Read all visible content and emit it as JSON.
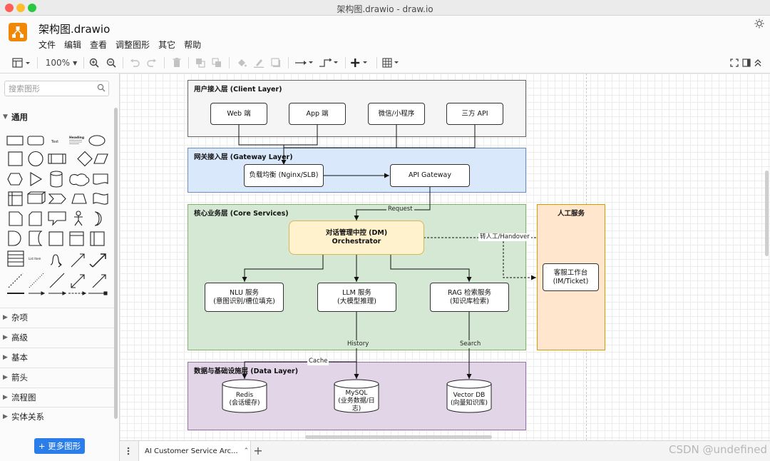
{
  "window": {
    "title": "架构图.drawio - draw.io"
  },
  "app": {
    "file_title": "架构图.drawio",
    "menu": [
      "文件",
      "编辑",
      "查看",
      "调整图形",
      "其它",
      "帮助"
    ]
  },
  "toolbar": {
    "zoom": "100%"
  },
  "sidebar": {
    "search_placeholder": "搜索图形",
    "expanded_section": "通用",
    "palette_text": {
      "text": "Text",
      "heading": "Heading",
      "list": "List Item"
    },
    "sections": [
      "杂项",
      "高级",
      "基本",
      "箭头",
      "流程图",
      "实体关系"
    ],
    "more_shapes_label": "+ 更多图形"
  },
  "diagram": {
    "layers": {
      "client": "用户接入层 (Client Layer)",
      "gateway": "网关接入层 (Gateway Layer)",
      "core": "核心业务层 (Core Services)",
      "human": "人工服务",
      "data": "数据与基础设施层 (Data Layer)"
    },
    "nodes": {
      "web": "Web 端",
      "app": "App 端",
      "wechat": "微信/小程序",
      "third_api": "三方 API",
      "lb": "负载均衡 (Nginx/SLB)",
      "gateway": "API Gateway",
      "dm": "对话管理中控 (DM)\nOrchestrator",
      "nlu": "NLU 服务\n(意图识别/槽位填充)",
      "llm": "LLM 服务\n(大模型推理)",
      "rag": "RAG 检索服务\n(知识库检索)",
      "agent": "客服工作台\n(IM/Ticket)",
      "redis": "Redis\n(会话缓存)",
      "mysql": "MySQL\n(业务数据/日\n志)",
      "vectordb": "Vector DB\n(向量知识库)"
    },
    "edge_labels": {
      "request": "Request",
      "handover": "转人工/Handover",
      "history": "History",
      "search": "Search",
      "cache": "Cache"
    },
    "colors": {
      "client_fill": "#f5f5f5",
      "gateway_fill": "#dae8fc",
      "core_fill": "#d5e8d4",
      "human_fill": "#ffe6cc",
      "data_fill": "#e1d5e7",
      "dm_fill": "#fff2cc"
    }
  },
  "pages": {
    "active_tab": "AI Customer Service Arc..."
  },
  "watermark": "CSDN @undefined"
}
